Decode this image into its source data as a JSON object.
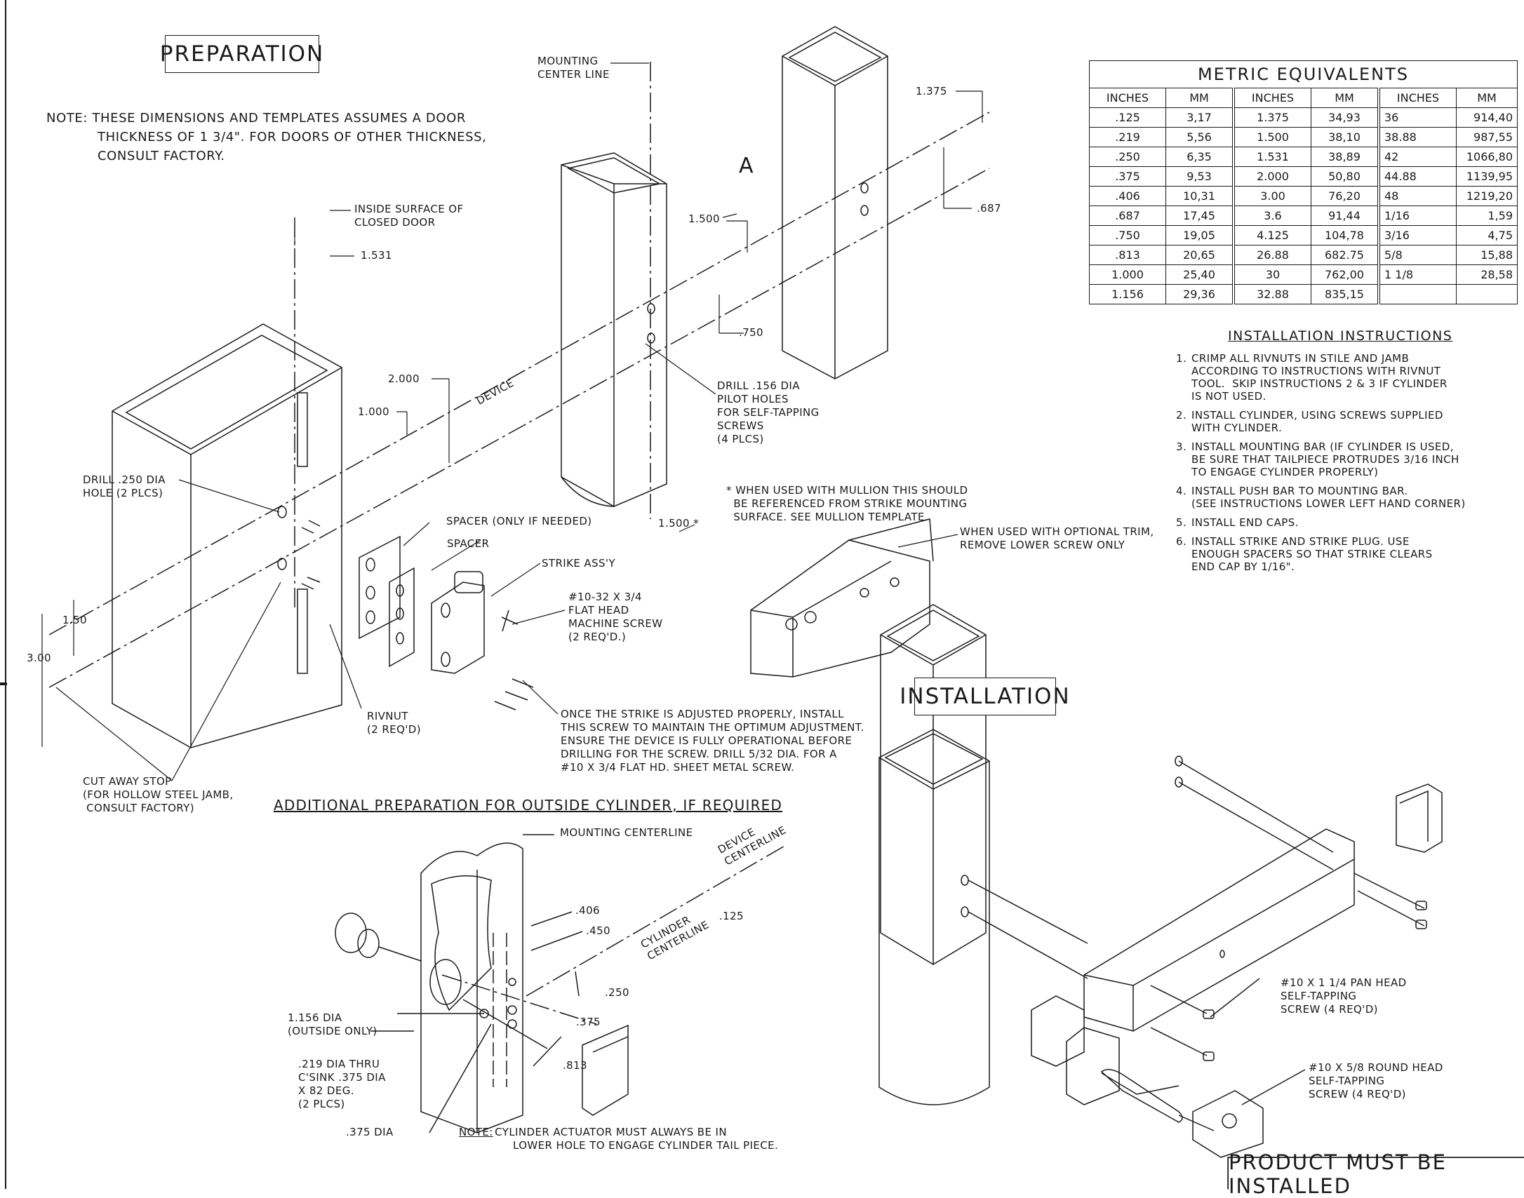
{
  "titles": {
    "preparation": "PREPARATION",
    "installation": "INSTALLATION",
    "product_banner": "PRODUCT MUST BE INSTALLED",
    "additional_prep": "ADDITIONAL PREPARATION FOR OUTSIDE CYLINDER, IF REQUIRED"
  },
  "top_note": {
    "line1": "NOTE: THESE DIMENSIONS AND TEMPLATES ASSUMES A DOOR",
    "line2": "THICKNESS OF 1 3/4\". FOR DOORS OF OTHER THICKNESS,",
    "line3": "CONSULT FACTORY."
  },
  "metric_table": {
    "title": "METRIC EQUIVALENTS",
    "headers": [
      "INCHES",
      "MM",
      "INCHES",
      "MM",
      "INCHES",
      "MM"
    ],
    "rows": [
      [
        ".125",
        "3,17",
        "1.375",
        "34,93",
        "36",
        "914,40"
      ],
      [
        ".219",
        "5,56",
        "1.500",
        "38,10",
        "38.88",
        "987,55"
      ],
      [
        ".250",
        "6,35",
        "1.531",
        "38,89",
        "42",
        "1066,80"
      ],
      [
        ".375",
        "9,53",
        "2.000",
        "50,80",
        "44.88",
        "1139,95"
      ],
      [
        ".406",
        "10,31",
        "3.00",
        "76,20",
        "48",
        "1219,20"
      ],
      [
        ".687",
        "17,45",
        "3.6",
        "91,44",
        "1/16",
        "1,59"
      ],
      [
        ".750",
        "19,05",
        "4.125",
        "104,78",
        "3/16",
        "4,75"
      ],
      [
        ".813",
        "20,65",
        "26.88",
        "682.75",
        "5/8",
        "15,88"
      ],
      [
        "1.000",
        "25,40",
        "30",
        "762,00",
        "1 1/8",
        "28,58"
      ],
      [
        "1.156",
        "29,36",
        "32.88",
        "835,15",
        "",
        ""
      ]
    ]
  },
  "installation_instructions": {
    "heading": "INSTALLATION INSTRUCTIONS",
    "items": [
      {
        "num": "1.",
        "text": "CRIMP ALL RIVNUTS IN STILE AND JAMB\nACCORDING TO INSTRUCTIONS WITH RIVNUT\nTOOL.  SKIP INSTRUCTIONS 2 & 3 IF CYLINDER\nIS NOT USED."
      },
      {
        "num": "2.",
        "text": "INSTALL CYLINDER, USING SCREWS SUPPLIED\nWITH CYLINDER."
      },
      {
        "num": "3.",
        "text": "INSTALL MOUNTING BAR (IF CYLINDER IS USED,\nBE SURE THAT TAILPIECE PROTRUDES 3/16 INCH\nTO ENGAGE CYLINDER PROPERLY)"
      },
      {
        "num": "4.",
        "text": "INSTALL PUSH BAR TO MOUNTING BAR.\n(SEE INSTRUCTIONS LOWER LEFT HAND CORNER)"
      },
      {
        "num": "5.",
        "text": "INSTALL END CAPS."
      },
      {
        "num": "6.",
        "text": "INSTALL STRIKE AND STRIKE PLUG. USE\nENOUGH SPACERS SO THAT STRIKE CLEARS\nEND CAP BY 1/16\"."
      }
    ]
  },
  "callouts": {
    "mounting_center_line": "MOUNTING\nCENTER LINE",
    "inside_surface": "INSIDE SURFACE OF\nCLOSED DOOR",
    "dim_1_531": "1.531",
    "dim_1_375": "1.375",
    "dim_687": ".687",
    "dim_A": "A",
    "dim_1_500a": "1.500",
    "dim_750": ".750",
    "dim_2_000": "2.000",
    "dim_1_000": "1.000",
    "device": "DEVICE",
    "drill_156": "DRILL .156 DIA\nPILOT HOLES\nFOR SELF-TAPPING\nSCREWS\n(4 PLCS)",
    "drill_250": "DRILL .250 DIA\nHOLE (2 PLCS)",
    "spacer_if_needed": "SPACER (ONLY IF NEEDED)",
    "spacer": "SPACER",
    "strike_assy": "STRIKE ASS'Y",
    "machine_screw": "#10-32 X 3/4\nFLAT HEAD\nMACHINE SCREW\n(2 REQ'D.)",
    "dim_1_500b": "1.500 *",
    "mullion_note": "* WHEN USED WITH MULLION THIS SHOULD\n  BE REFERENCED FROM STRIKE MOUNTING\n  SURFACE. SEE MULLION TEMPLATE.",
    "optional_trim": "WHEN USED WITH OPTIONAL TRIM,\nREMOVE LOWER SCREW ONLY",
    "dim_1_50": "1.50",
    "dim_3_00": "3.00",
    "rivnut": "RIVNUT\n(2 REQ'D)",
    "strike_note": "ONCE THE STRIKE IS ADJUSTED PROPERLY, INSTALL\nTHIS SCREW TO MAINTAIN THE OPTIMUM ADJUSTMENT.\nENSURE THE DEVICE IS FULLY OPERATIONAL BEFORE\nDRILLING FOR THE SCREW. DRILL 5/32 DIA. FOR A\n#10 X 3/4 FLAT HD. SHEET METAL SCREW.",
    "cut_away_stop": "CUT AWAY STOP\n(FOR HOLLOW STEEL JAMB,\n CONSULT FACTORY)",
    "mounting_centerline": "MOUNTING CENTERLINE",
    "device_centerline": "DEVICE\nCENTERLINE",
    "cylinder_centerline": "CYLINDER\nCENTERLINE",
    "dim_125": ".125",
    "dim_406": ".406",
    "dim_450": ".450",
    "dim_250": ".250",
    "dim_375": ".375",
    "dim_813": ".813",
    "dia_1_156": "1.156 DIA\n(OUTSIDE ONLY)",
    "dia_219": ".219 DIA THRU\nC'SINK .375 DIA\nX 82 DEG.\n(2 PLCS)",
    "dia_375": ".375 DIA",
    "cyl_note_label": "NOTE:",
    "cyl_note": " CYLINDER ACTUATOR MUST ALWAYS BE IN\n      LOWER HOLE TO ENGAGE CYLINDER TAIL PIECE.",
    "pan_head": "#10 X 1 1/4 PAN HEAD\nSELF-TAPPING\nSCREW (4 REQ'D)",
    "round_head": "#10 X 5/8 ROUND HEAD\nSELF-TAPPING\nSCREW (4 REQ'D)"
  }
}
